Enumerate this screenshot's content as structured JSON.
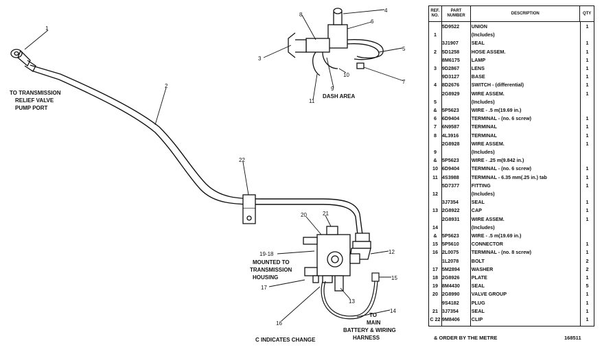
{
  "diagram": {
    "callouts": [
      "1",
      "2",
      "3",
      "4",
      "5",
      "6",
      "7",
      "8",
      "9",
      "10",
      "11",
      "12",
      "13",
      "14",
      "15",
      "16",
      "17",
      "19-18",
      "20",
      "21",
      "22"
    ],
    "labels": {
      "transmission_port": [
        "TO TRANSMISSION",
        "RELIEF VALVE",
        "PUMP PORT"
      ],
      "dash_area": "DASH AREA",
      "mounted": [
        "MOUNTED TO",
        "TRANSMISSION",
        "HOUSING"
      ],
      "battery": [
        "TO",
        "MAIN",
        "BATTERY & WIRING",
        "HARNESS"
      ],
      "change_note": "C INDICATES CHANGE"
    }
  },
  "table": {
    "headers": {
      "ref": "REF. NO.",
      "part": "PART NUMBER",
      "desc": "DESCRIPTION",
      "qty": "QTY"
    },
    "rows": [
      {
        "ref": "",
        "part": "5D9522",
        "desc": "UNION",
        "qty": "1"
      },
      {
        "ref": "1",
        "part": "",
        "desc": "(Includes)",
        "qty": ""
      },
      {
        "ref": "",
        "part": "3J1907",
        "desc": "SEAL",
        "qty": "1"
      },
      {
        "ref": "2",
        "part": "5D1258",
        "desc": "HOSE ASSEM.",
        "qty": "1"
      },
      {
        "ref": "",
        "part": "8M6175",
        "desc": "LAMP",
        "qty": "1"
      },
      {
        "ref": "3",
        "part": "9D2867",
        "desc": "LENS",
        "qty": "1"
      },
      {
        "ref": "",
        "part": "9D3127",
        "desc": "BASE",
        "qty": "1"
      },
      {
        "ref": "4",
        "part": "8D2676",
        "desc": "SWITCH - (differential)",
        "qty": "1"
      },
      {
        "ref": "",
        "part": "2G8929",
        "desc": "WIRE ASSEM.",
        "qty": "1"
      },
      {
        "ref": "5",
        "part": "",
        "desc": "(Includes)",
        "qty": ""
      },
      {
        "ref": "&",
        "part": "5P5623",
        "desc": "WIRE - .5 m(19.69 in.)",
        "qty": ""
      },
      {
        "ref": "6",
        "part": "6D9404",
        "desc": "TERMINAL - (no. 6 screw)",
        "qty": "1"
      },
      {
        "ref": "7",
        "part": "6N9587",
        "desc": "TERMINAL",
        "qty": "1"
      },
      {
        "ref": "8",
        "part": "4L3916",
        "desc": "TERMINAL",
        "qty": "1"
      },
      {
        "ref": "",
        "part": "2G8928",
        "desc": "WIRE ASSEM.",
        "qty": "1"
      },
      {
        "ref": "9",
        "part": "",
        "desc": "(Includes)",
        "qty": ""
      },
      {
        "ref": "&",
        "part": "5P5623",
        "desc": "WIRE - .25 m(9.842 in.)",
        "qty": ""
      },
      {
        "ref": "10",
        "part": "6D9404",
        "desc": "TERMINAL - (no. 6 screw)",
        "qty": "1"
      },
      {
        "ref": "11",
        "part": "4S3988",
        "desc": "TERMINAL - 6.35 mm(.25 in.) tab",
        "qty": "1"
      },
      {
        "ref": "",
        "part": "5D7377",
        "desc": "FITTING",
        "qty": "1"
      },
      {
        "ref": "12",
        "part": "",
        "desc": "(Includes)",
        "qty": ""
      },
      {
        "ref": "",
        "part": "3J7354",
        "desc": "SEAL",
        "qty": "1"
      },
      {
        "ref": "13",
        "part": "2G8922",
        "desc": "CAP",
        "qty": "1"
      },
      {
        "ref": "",
        "part": "2G8931",
        "desc": "WIRE ASSEM.",
        "qty": "1"
      },
      {
        "ref": "14",
        "part": "",
        "desc": "(Includes)",
        "qty": ""
      },
      {
        "ref": "&",
        "part": "5P5623",
        "desc": "WIRE - .5 m(19.69 in.)",
        "qty": ""
      },
      {
        "ref": "15",
        "part": "5P5610",
        "desc": "CONNECTOR",
        "qty": "1"
      },
      {
        "ref": "16",
        "part": "2L0075",
        "desc": "TERMINAL - (no. 8 screw)",
        "qty": "1"
      },
      {
        "ref": "",
        "part": "1L2078",
        "desc": "BOLT",
        "qty": "2"
      },
      {
        "ref": "17",
        "part": "5M2894",
        "desc": "WASHER",
        "qty": "2"
      },
      {
        "ref": "18",
        "part": "2G8926",
        "desc": "PLATE",
        "qty": "1"
      },
      {
        "ref": "19",
        "part": "8M4430",
        "desc": "SEAL",
        "qty": "5"
      },
      {
        "ref": "20",
        "part": "2G8990",
        "desc": "VALVE GROUP",
        "qty": "1"
      },
      {
        "ref": "",
        "part": "9S4182",
        "desc": "PLUG",
        "qty": "1"
      },
      {
        "ref": "21",
        "part": "3J7354",
        "desc": "SEAL",
        "qty": "1"
      },
      {
        "ref": "C 22",
        "part": "9M8406",
        "desc": "CLIP",
        "qty": "1"
      }
    ],
    "footnote": "& ORDER BY THE METRE",
    "drawing_number": "168511"
  }
}
